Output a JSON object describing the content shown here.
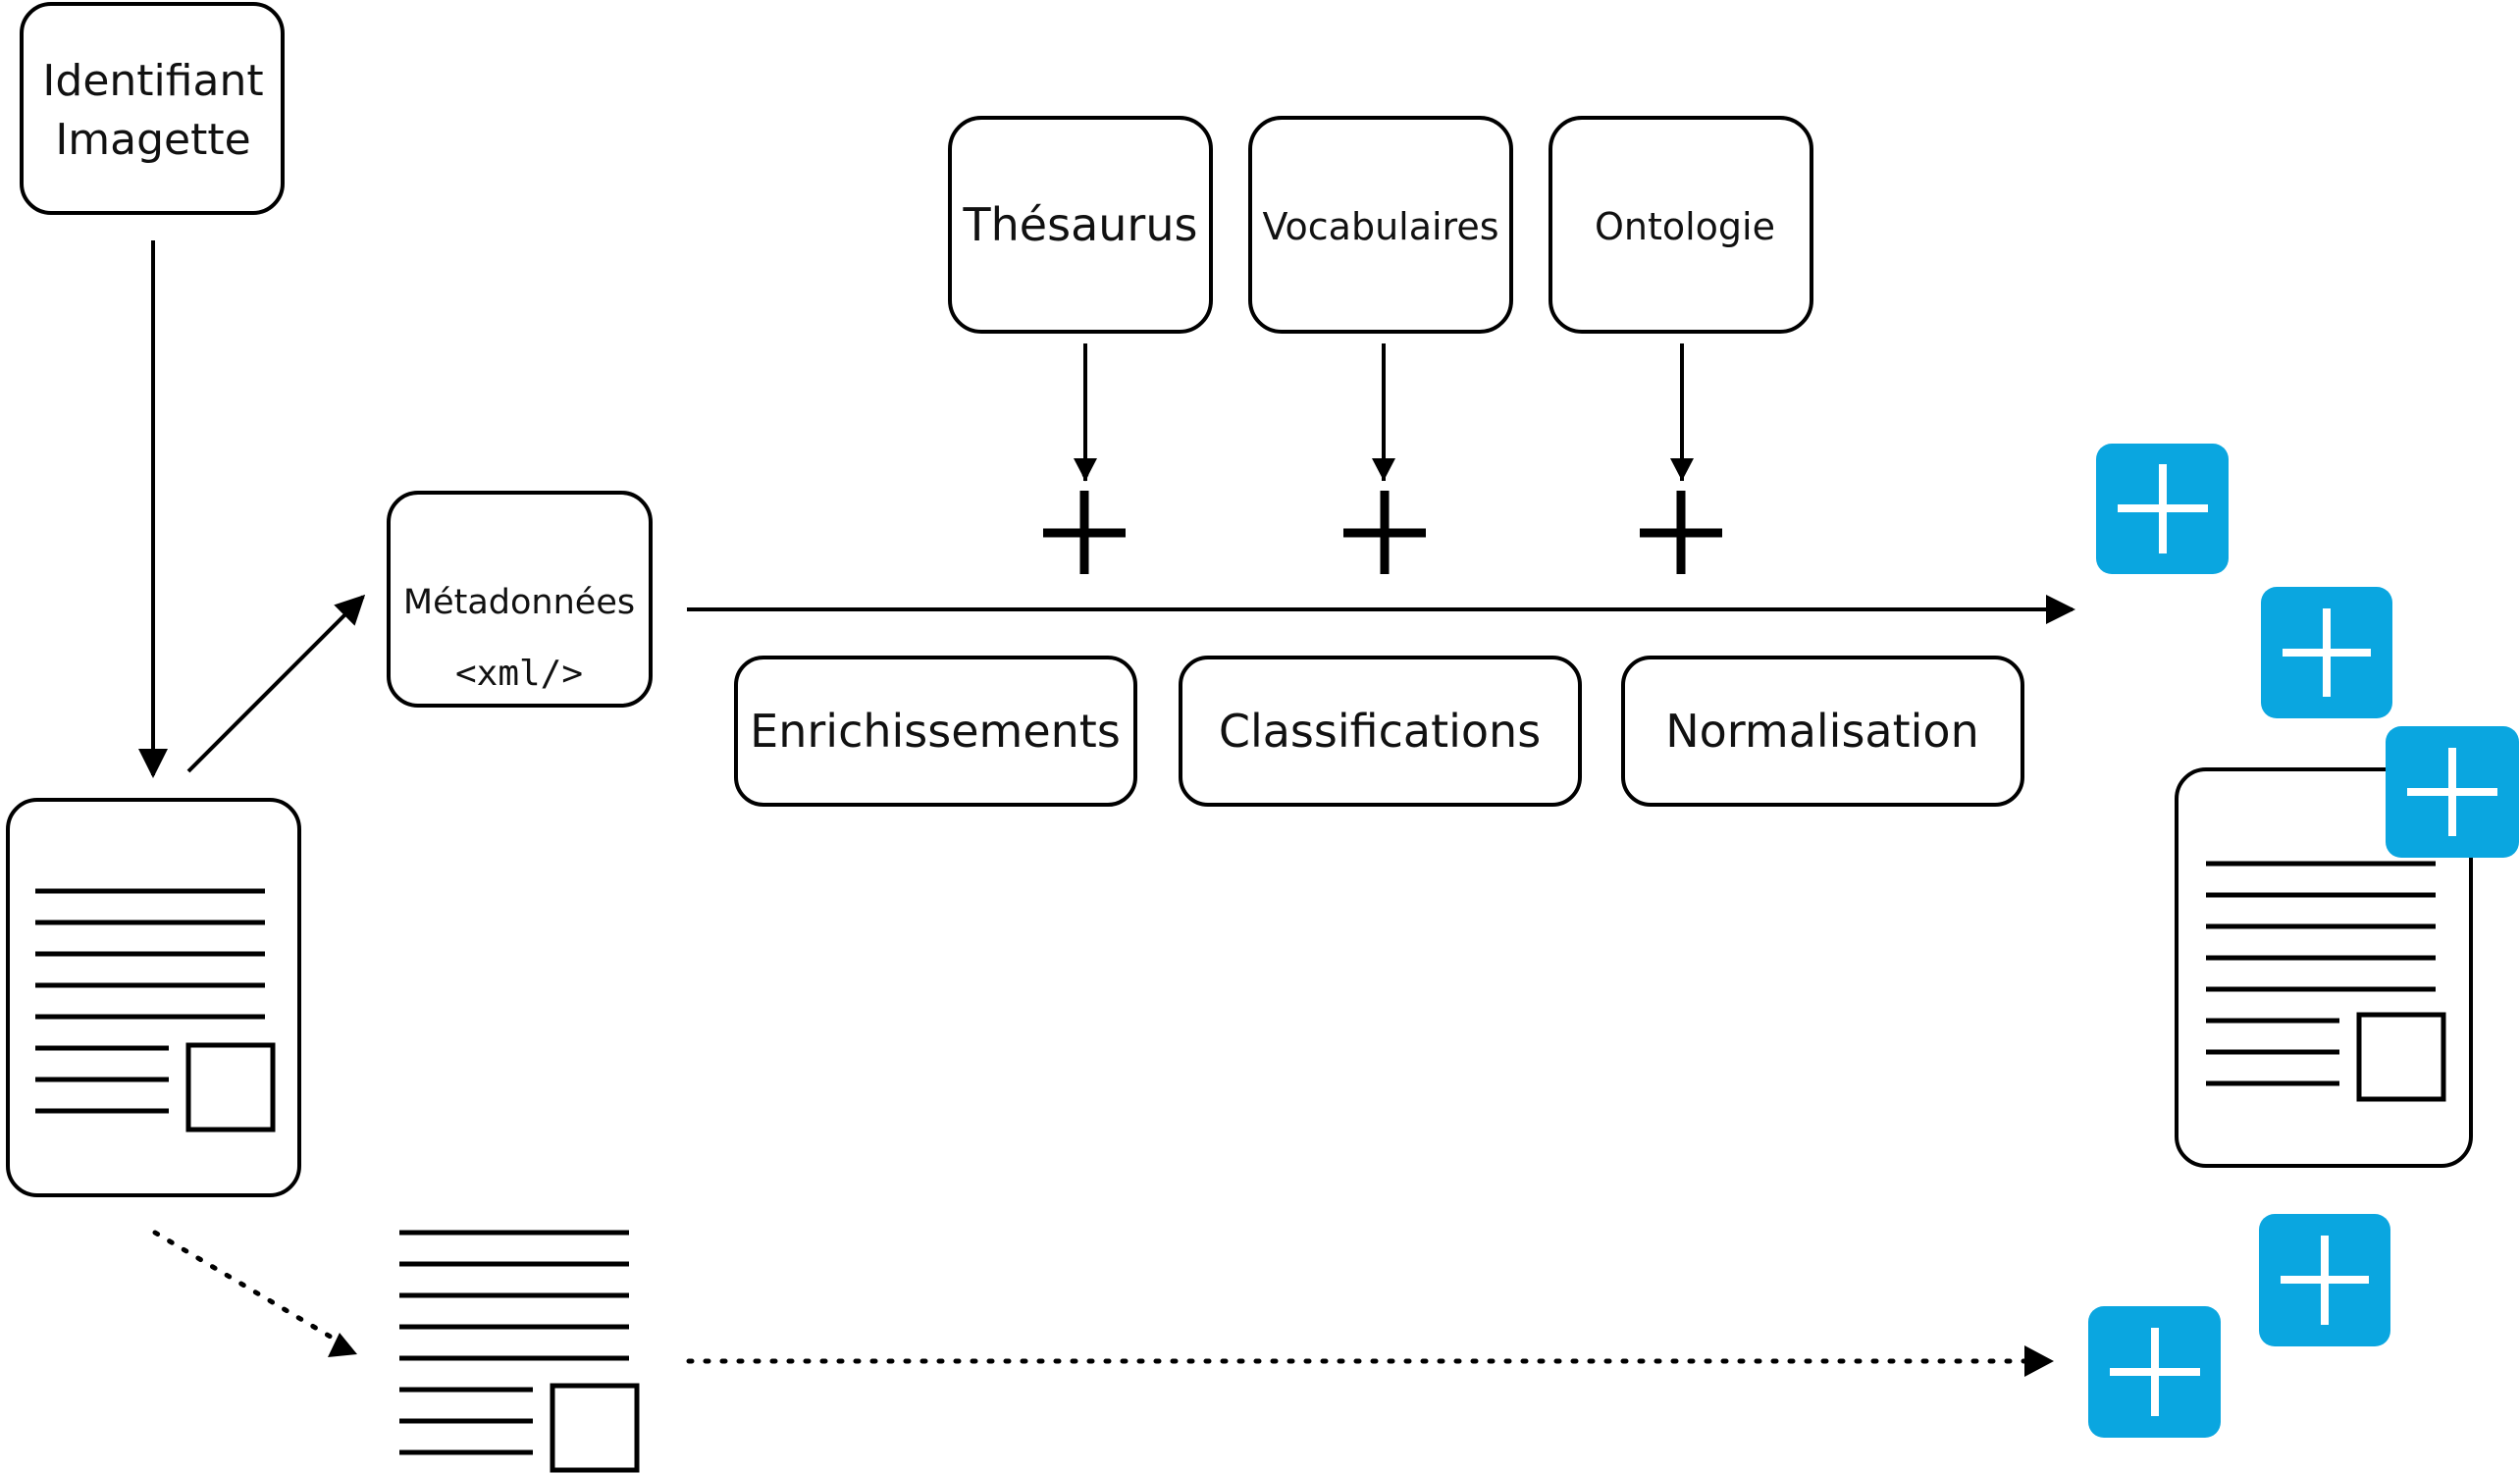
{
  "nodes": {
    "identifiant_imagette": {
      "line1": "Identifiant",
      "line2": "Imagette"
    },
    "metadonnees": {
      "label": "Métadonnées",
      "code": "<xml/>"
    },
    "thesaurus": {
      "label": "Thésaurus"
    },
    "vocabulaires": {
      "label": "Vocabulaires"
    },
    "ontologie": {
      "label": "Ontologie"
    },
    "enrichissements": {
      "label": "Enrichissements"
    },
    "classifications": {
      "label": "Classifications"
    },
    "normalisation": {
      "label": "Normalisation"
    }
  },
  "colors": {
    "stroke": "#000000",
    "plus_badge": "#0aa6e0",
    "plus_badge_glyph": "#ffffff",
    "background": "#ffffff"
  },
  "icons": {
    "document": "document-icon",
    "plain_plus": "plus-icon",
    "badge_plus": "plus-badge-icon"
  }
}
